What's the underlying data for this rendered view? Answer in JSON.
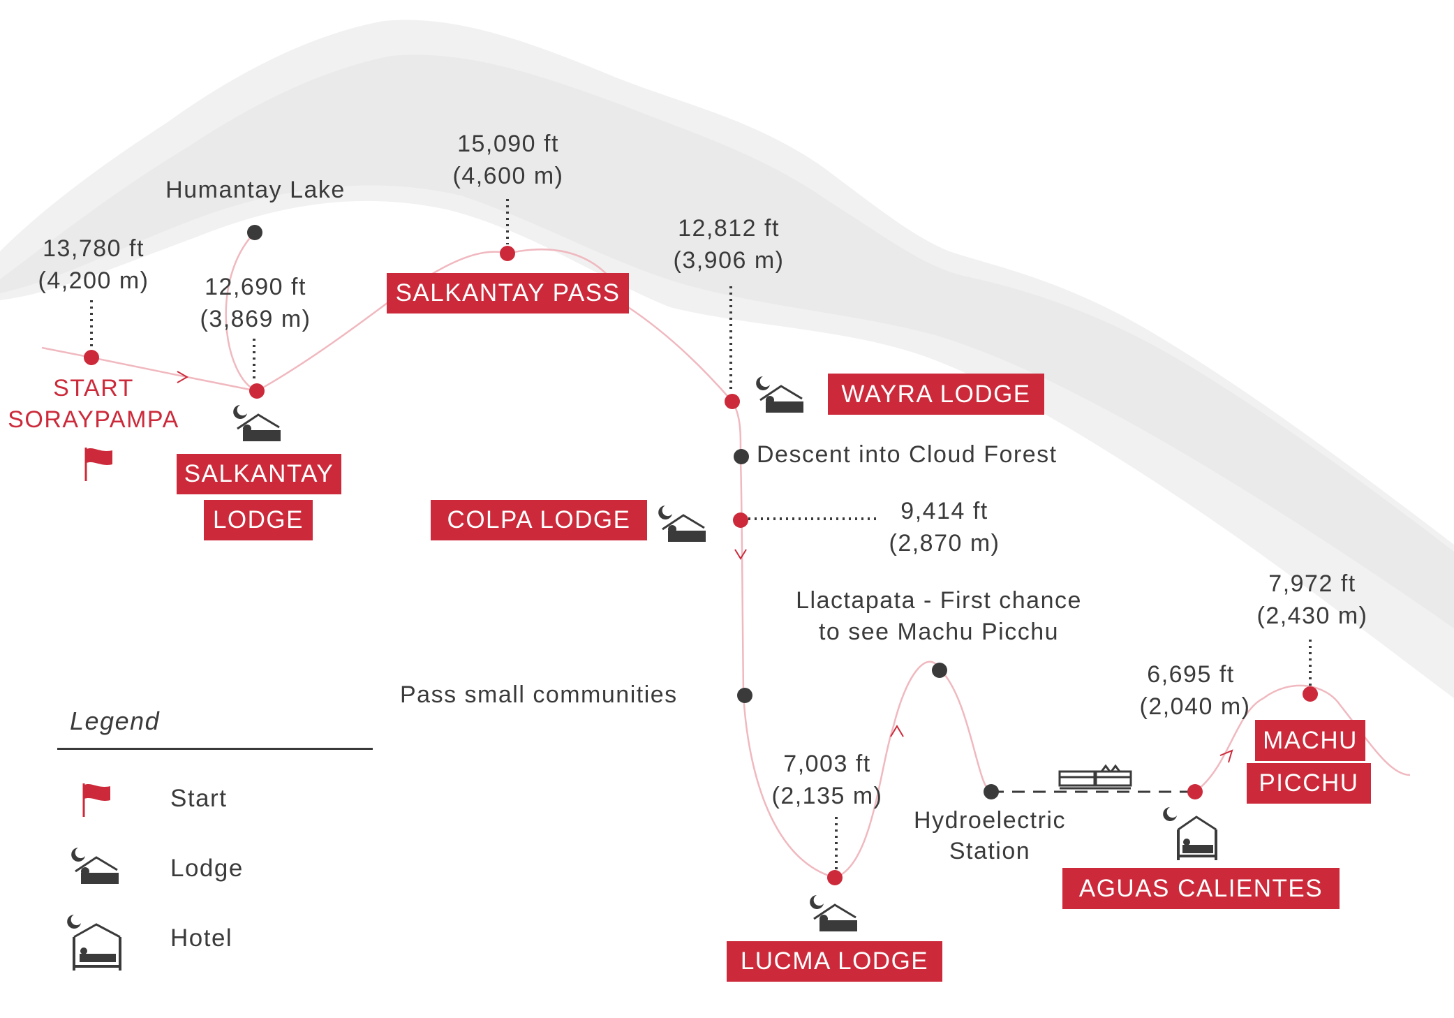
{
  "colors": {
    "accent": "#cc2a3a",
    "text": "#3a3a3a",
    "route": "#f0b8bf",
    "mountain": "#ededed"
  },
  "elevations": {
    "start": {
      "ft": "13,780 ft",
      "m": "(4,200 m)"
    },
    "salkantay_lodge": {
      "ft": "12,690 ft",
      "m": "(3,869 m)"
    },
    "pass": {
      "ft": "15,090 ft",
      "m": "(4,600 m)"
    },
    "wayra": {
      "ft": "12,812 ft",
      "m": "(3,906 m)"
    },
    "colpa": {
      "ft": "9,414 ft",
      "m": "(2,870 m)"
    },
    "lucma": {
      "ft": "7,003 ft",
      "m": "(2,135 m)"
    },
    "aguas": {
      "ft": "6,695 ft",
      "m": "(2,040 m)"
    },
    "machu": {
      "ft": "7,972 ft",
      "m": "(2,430 m)"
    }
  },
  "places": {
    "humantay": "Humantay Lake",
    "start_line1": "START",
    "start_line2": "SORAYPAMPA",
    "cloud_forest": "Descent into Cloud Forest",
    "llactapata_line1": "Llactapata - First chance",
    "llactapata_line2": "to see Machu Picchu",
    "communities": "Pass small communities",
    "hydro_line1": "Hydroelectric",
    "hydro_line2": "Station"
  },
  "labels": {
    "salkantay_pass": "SALKANTAY PASS",
    "wayra_lodge": "WAYRA LODGE",
    "salkantay_lodge_1": "SALKANTAY",
    "salkantay_lodge_2": "LODGE",
    "colpa_lodge": "COLPA LODGE",
    "lucma_lodge": "LUCMA LODGE",
    "aguas_calientes": "AGUAS CALIENTES",
    "machu_1": "MACHU",
    "machu_2": "PICCHU"
  },
  "legend": {
    "title": "Legend",
    "items": [
      {
        "icon": "flag-icon",
        "label": "Start"
      },
      {
        "icon": "lodge-icon",
        "label": "Lodge"
      },
      {
        "icon": "hotel-icon",
        "label": "Hotel"
      }
    ]
  }
}
